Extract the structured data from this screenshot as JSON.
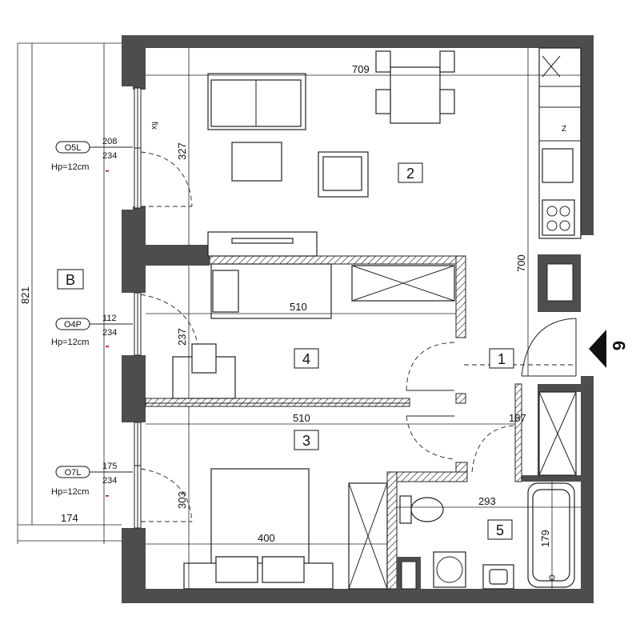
{
  "rooms": {
    "r1": "1",
    "r2": "2",
    "r3": "3",
    "r4": "4",
    "r5": "5",
    "balcony": "B",
    "section": "6"
  },
  "dimensions": {
    "d709": "709",
    "d327": "327",
    "d700": "700",
    "d510a": "510",
    "d237": "237",
    "d510b": "510",
    "d187": "187",
    "d293": "293",
    "d179": "179",
    "d303": "303",
    "d400": "400",
    "d174": "174",
    "d821": "821"
  },
  "windows": [
    {
      "tag": "O5L",
      "width": "208",
      "height": "234",
      "note": "Hp=12cm"
    },
    {
      "tag": "O4P",
      "width": "112",
      "height": "234",
      "note": "Hp=12cm"
    },
    {
      "tag": "O7L",
      "width": "175",
      "height": "234",
      "note": "Hp=12cm"
    }
  ],
  "fix_label": "fix",
  "fridge_mark": "Z",
  "colors": {
    "wall": "#4d4d4d",
    "marker": "#e3001b",
    "section_arrow": "#111111"
  }
}
